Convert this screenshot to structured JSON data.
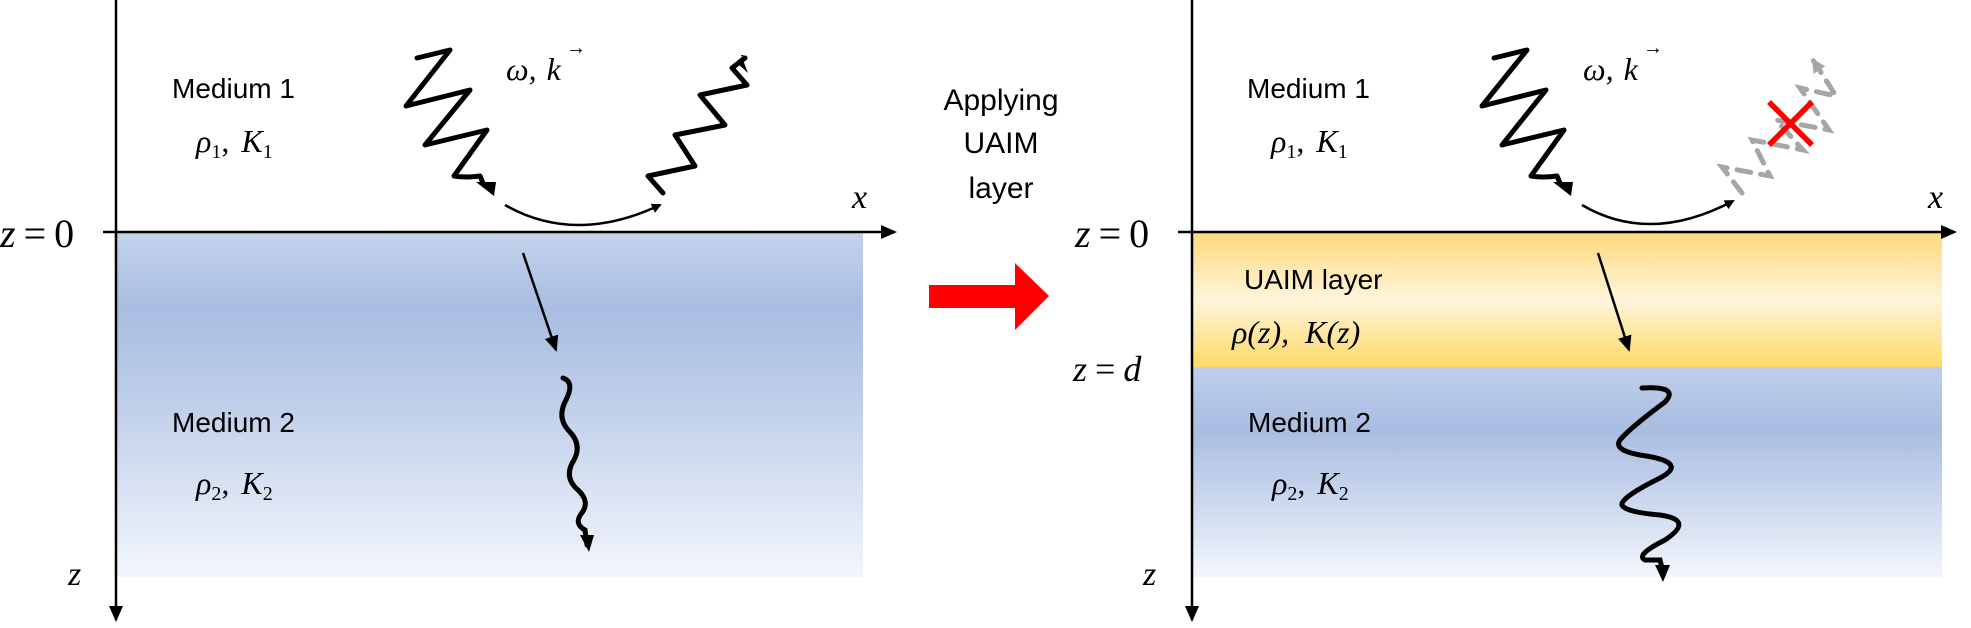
{
  "left_panel": {
    "medium1": {
      "name": "Medium 1",
      "rho": "ρ",
      "rho_sub": "1",
      "sep": ",",
      "K": "K",
      "K_sub": "1"
    },
    "medium2": {
      "name": "Medium 2",
      "rho": "ρ",
      "rho_sub": "2",
      "sep": ",",
      "K": "K",
      "K_sub": "2"
    },
    "wave_label": {
      "omega": "ω,",
      "k": "k",
      "k_vector_mark": "→"
    },
    "x_axis_label": "x",
    "z_axis_label": "z",
    "interface_label": {
      "var": "z",
      "eq": "=",
      "val": "0"
    }
  },
  "transition": {
    "text_lines": [
      "Applying",
      "UAIM",
      "layer"
    ],
    "arrow_color": "#ff0000"
  },
  "right_panel": {
    "medium1": {
      "name": "Medium 1",
      "rho": "ρ",
      "rho_sub": "1",
      "sep": ",",
      "K": "K",
      "K_sub": "1"
    },
    "layer": {
      "name": "UAIM layer",
      "props": "ρ(z),  K(z)"
    },
    "medium2": {
      "name": "Medium 2",
      "rho": "ρ",
      "rho_sub": "2",
      "sep": ",",
      "K": "K",
      "K_sub": "2"
    },
    "wave_label": {
      "omega": "ω,",
      "k": "k",
      "k_vector_mark": "→"
    },
    "x_axis_label": "x",
    "z_axis_label": "z",
    "interface_label": {
      "var": "z",
      "eq": "=",
      "val": "0"
    },
    "layer_bottom_label": {
      "var": "z",
      "eq": "=",
      "val": "d"
    },
    "blocked_marker_color": "#ff0000",
    "blocked_wave_color": "#a6a6a6"
  },
  "colors": {
    "medium2_top": "#c2d0ea",
    "medium2_mid": "#a9bde2",
    "medium2_bottom": "#f2f5fb",
    "layer_edge": "#ffd966",
    "layer_center": "#fff4d6"
  }
}
